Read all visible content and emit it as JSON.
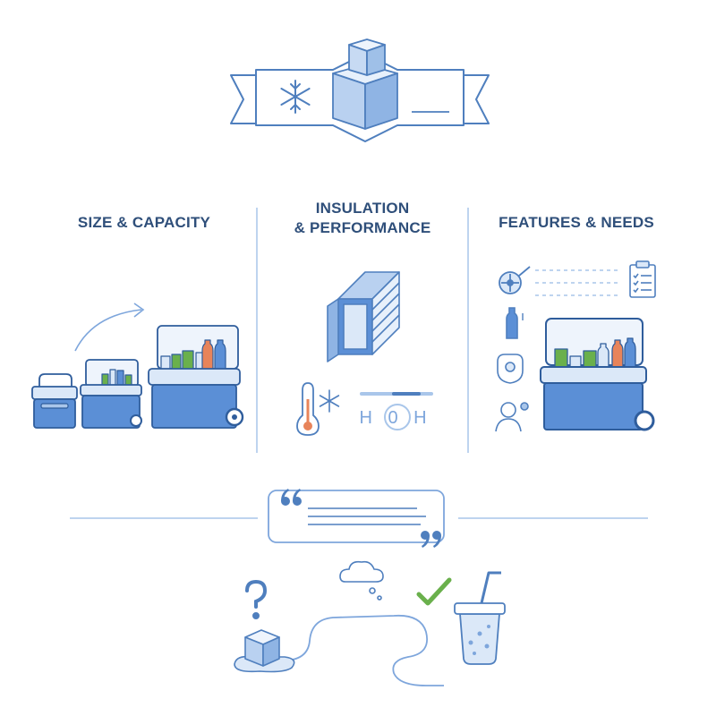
{
  "columns": [
    {
      "id": "size",
      "title_lines": [
        "SIZE & CAPACITY"
      ]
    },
    {
      "id": "insulation",
      "title_lines": [
        "INSULATION",
        "& PERFORMANCE"
      ]
    },
    {
      "id": "features",
      "title_lines": [
        "FEATURES & NEEDS"
      ]
    }
  ],
  "gauge_text": "H 0 H",
  "colors": {
    "outline": "#4f7fbe",
    "fill_light": "#dbe8f8",
    "fill_mid": "#a9c6ea",
    "fill_body": "#5b8fd6",
    "heading": "#2f4f7a",
    "green": "#6ab04c",
    "orange": "#e8845a"
  },
  "icons": [
    "ice-cube-icon",
    "snowflake-icon",
    "thermometer-icon",
    "wheel-icon",
    "clipboard-icon",
    "bottle-icon",
    "bottle-opener-icon",
    "person-icon",
    "quote-open-icon",
    "quote-close-icon",
    "question-mark-icon",
    "cloud-icon",
    "checkmark-icon",
    "drink-cup-icon"
  ]
}
